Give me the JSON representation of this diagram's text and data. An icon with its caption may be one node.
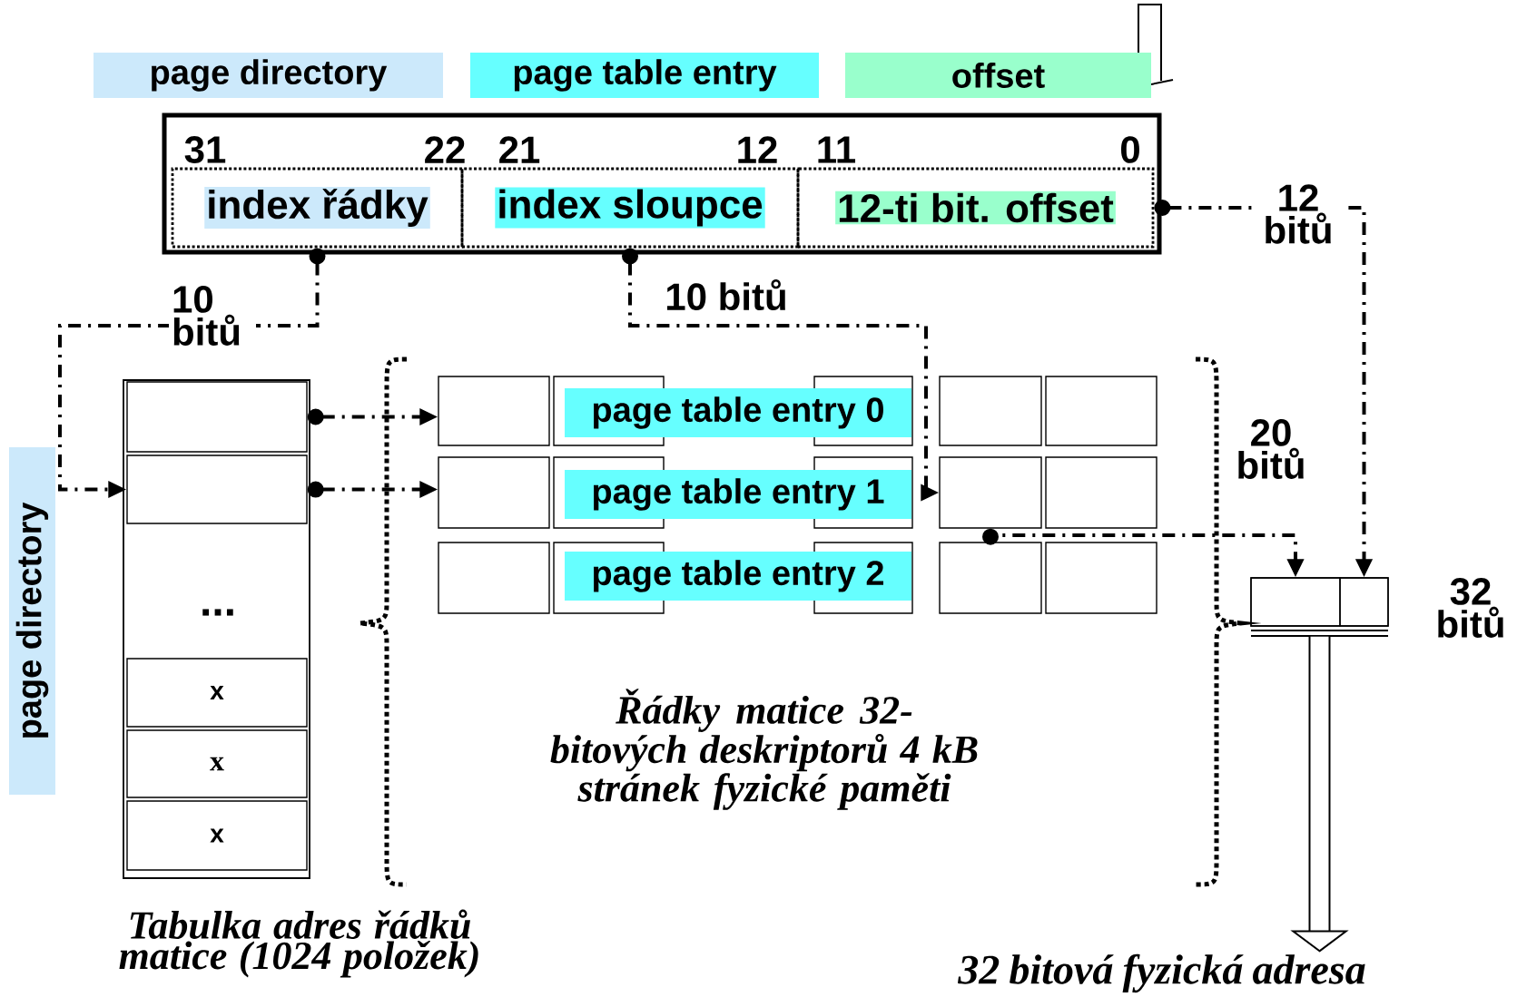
{
  "diagram": {
    "nodes": [
      {
        "text": [
          "page directory"
        ]
      },
      {
        "text": [
          "page table entry"
        ]
      },
      {
        "text": [
          "offset"
        ]
      },
      {
        "text": [],
        "shape": "box"
      },
      {
        "text": [
          "index řádky"
        ],
        "in": 3
      },
      {
        "text": [
          "index sloupce"
        ],
        "in": 3
      },
      {
        "text": [
          "12-ti bit. offset"
        ],
        "in": 3
      },
      {
        "text": [
          "page directory"
        ]
      },
      {
        "text": [],
        "shape": "box",
        "beside": [
          "Tabulka adres řádků matice (1024 položek)"
        ]
      },
      {
        "text": [],
        "shape": "box",
        "in": 8
      },
      {
        "text": [],
        "shape": "box",
        "in": 8
      },
      {
        "text": [
          "x"
        ],
        "in": 8
      },
      {
        "text": [
          "x"
        ],
        "in": 8
      },
      {
        "text": [
          "x"
        ],
        "in": 8
      },
      {
        "text": [],
        "shape": "box"
      },
      {
        "text": [],
        "shape": "box"
      },
      {
        "text": [],
        "shape": "box"
      },
      {
        "text": [],
        "shape": "box"
      },
      {
        "text": [],
        "shape": "box"
      },
      {
        "text": [
          "page table entry 0"
        ]
      },
      {
        "text": [],
        "shape": "box"
      },
      {
        "text": [],
        "shape": "box"
      },
      {
        "text": [],
        "shape": "box"
      },
      {
        "text": [],
        "shape": "box"
      },
      {
        "text": [],
        "shape": "box"
      },
      {
        "text": [
          "page table entry 1"
        ]
      },
      {
        "text": [],
        "shape": "box"
      },
      {
        "text": [],
        "shape": "box"
      },
      {
        "text": [],
        "shape": "box"
      },
      {
        "text": [],
        "shape": "box"
      },
      {
        "text": [],
        "shape": "box"
      },
      {
        "text": [
          "page table entry 2"
        ]
      },
      {
        "text": [],
        "shape": "box",
        "beside": [
          "32 bitů"
        ]
      },
      {
        "text": [],
        "shape": "box",
        "in": 32
      },
      {
        "text": [],
        "shape": "box",
        "in": 32
      },
      {
        "text": [
          "32 bitová fyzická adresa"
        ]
      }
    ],
    "edges": [
      {
        "from": 4,
        "to": 10,
        "arrow": "to",
        "label": "10 bitů",
        "style": "dashed"
      },
      {
        "from": 5,
        "to": 23,
        "arrow": "to",
        "label": "10 bitů",
        "style": "dashed"
      },
      {
        "from": 6,
        "to": 34,
        "arrow": "to",
        "label": "12 bitů",
        "style": "dashed"
      },
      {
        "from": 9,
        "to": 14,
        "arrow": "to",
        "style": "dashed"
      },
      {
        "from": 10,
        "to": 20,
        "arrow": "to",
        "style": "dashed"
      },
      {
        "from": 23,
        "to": 33,
        "arrow": "to",
        "label": "20 bitů",
        "style": "dashed"
      },
      {
        "from": 32,
        "to": 35,
        "arrow": "to",
        "style": "thick"
      }
    ],
    "labels": [
      "31",
      "22",
      "21",
      "12",
      "11",
      "0",
      "...",
      "Řádky matice 32-bitových deskriptorů 4 kB stránek fyzické paměti"
    ]
  }
}
